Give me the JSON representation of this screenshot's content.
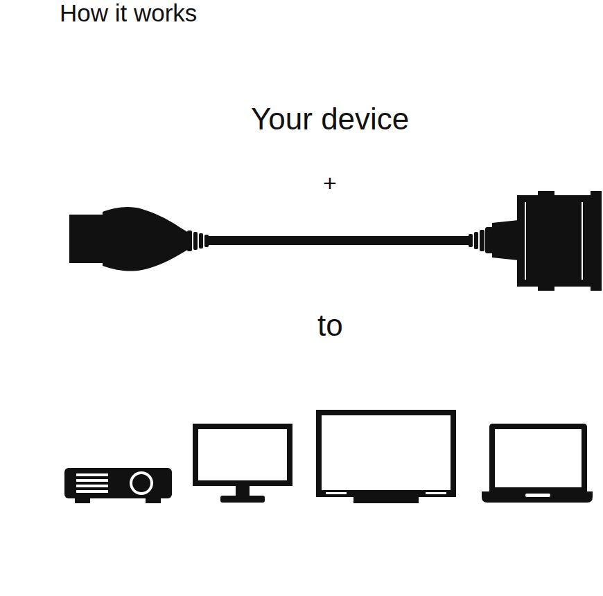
{
  "diagram": {
    "title": "How it works",
    "labels": [
      "Your device",
      "+",
      "to"
    ]
  }
}
